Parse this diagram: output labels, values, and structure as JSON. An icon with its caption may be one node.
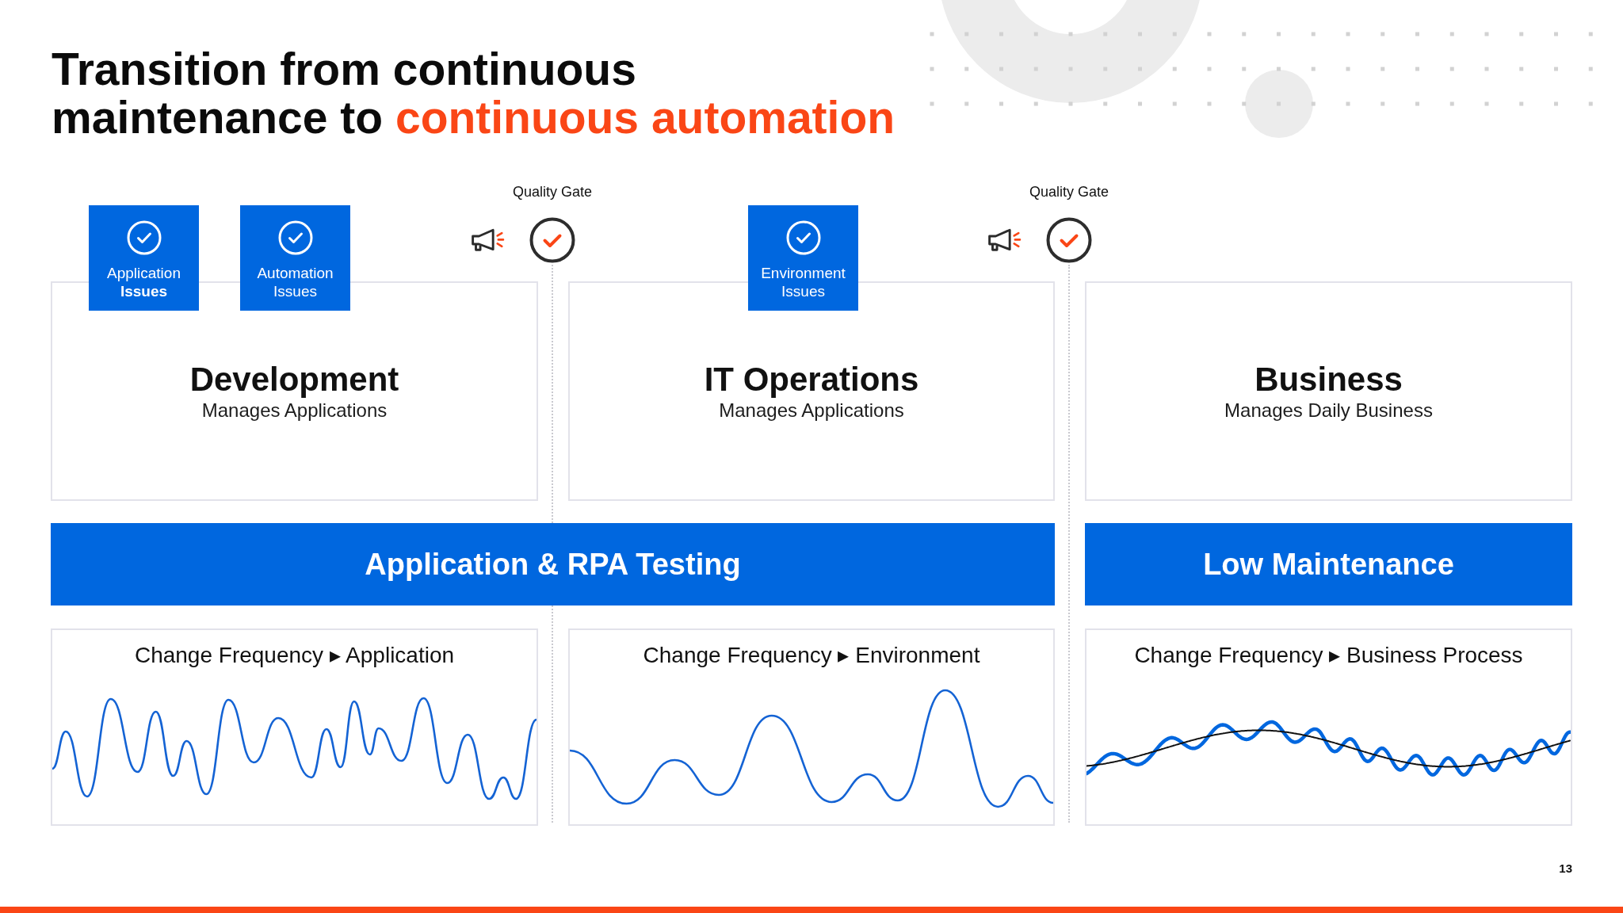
{
  "diagram": {
    "title": "Transition from continuous maintenance to *continuous automation*",
    "nodes": [
      {
        "text": [
          "Application **Issues**"
        ]
      },
      {
        "text": [
          "Automation Issues"
        ]
      },
      {
        "text": [
          "Environment Issues"
        ]
      },
      {
        "text": [
          "Development",
          "Manages Applications"
        ]
      },
      {
        "text": [
          "IT Operations",
          "Manages Applications"
        ]
      },
      {
        "text": [
          "Business",
          "Manages Daily Business"
        ]
      },
      {
        "text": [
          "Application & RPA Testing"
        ]
      },
      {
        "text": [
          "Low Maintenance"
        ]
      },
      {
        "text": [
          "Change Frequency ▸ Application"
        ]
      },
      {
        "text": [
          "Change Frequency ▸ Environment"
        ]
      },
      {
        "text": [
          "Change Frequency ▸ Business Process"
        ]
      }
    ],
    "labels": [
      "Quality Gate",
      "Quality Gate",
      "13"
    ]
  }
}
